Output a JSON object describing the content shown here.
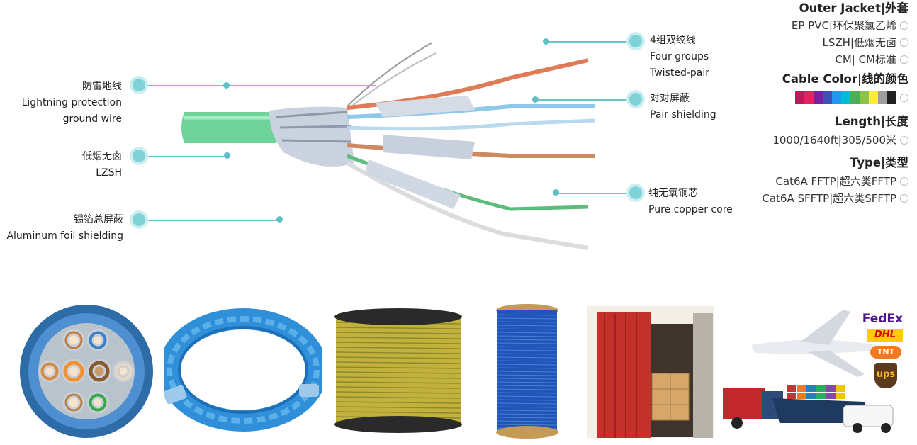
{
  "callouts": {
    "ground": {
      "zh": "防雷地线",
      "en1": "Lightning protection",
      "en2": "ground wire"
    },
    "lszh": {
      "zh": "低烟无卤",
      "en": "LZSH"
    },
    "foil": {
      "zh": "锡箔总屏蔽",
      "en": "Aluminum foil shielding"
    },
    "groups": {
      "zh": "4组双绞线",
      "en1": "Four groups",
      "en2": "Twisted-pair"
    },
    "pair": {
      "zh": "对对屏蔽",
      "en": "Pair shielding"
    },
    "copper": {
      "zh": "纯无氧铜芯",
      "en": "Pure copper core"
    }
  },
  "specs": {
    "jacket": {
      "title": "Outer Jacket|外套",
      "options": [
        "EP PVC|环保聚氯乙烯",
        "LSZH|低烟无卤",
        "CM| CM标准"
      ]
    },
    "color": {
      "title": "Cable Color|线的颜色",
      "swatches": [
        "#c2185b",
        "#e91e63",
        "#7b1fa2",
        "#3f51b5",
        "#2196f3",
        "#00bcd4",
        "#4caf50",
        "#8bc34a",
        "#ffeb3b",
        "#9e9e9e",
        "#212121"
      ]
    },
    "length": {
      "title": "Length|长度",
      "options": [
        "1000/1640ft|305/500米"
      ]
    },
    "type": {
      "title": "Type|类型",
      "options": [
        "Cat6A FFTP|超六类FFTP",
        "Cat6A SFFTP|超六类SFFTP"
      ]
    }
  },
  "logos": {
    "fedex": "FedEx",
    "dhl": "DHL",
    "tnt": "TNT",
    "ups": "ups"
  }
}
